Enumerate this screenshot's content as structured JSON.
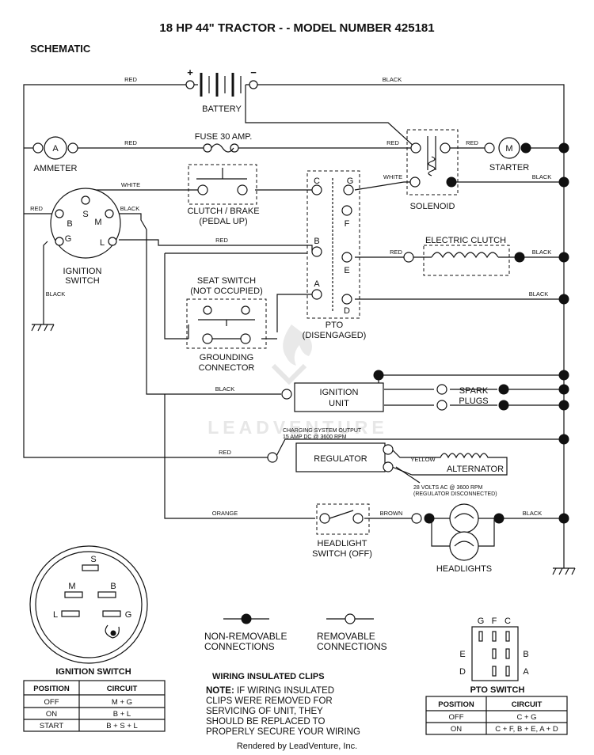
{
  "title": "18 HP 44\" TRACTOR - - MODEL NUMBER 425181",
  "subtitle": "SCHEMATIC",
  "components": {
    "battery": "BATTERY",
    "battery_plus": "+",
    "battery_minus": "−",
    "fuse": "FUSE 30 AMP.",
    "ammeter": "AMMETER",
    "ammeter_symbol": "A",
    "starter": "STARTER",
    "starter_symbol": "M",
    "solenoid": "SOLENOID",
    "clutch_brake_1": "CLUTCH / BRAKE",
    "clutch_brake_2": "(PEDAL UP)",
    "ignition_switch_1": "IGNITION",
    "ignition_switch_2": "SWITCH",
    "electric_clutch": "ELECTRIC CLUTCH",
    "seat_switch_1": "SEAT SWITCH",
    "seat_switch_2": "(NOT OCCUPIED)",
    "grounding_1": "GROUNDING",
    "grounding_2": "CONNECTOR",
    "pto_1": "PTO",
    "pto_2": "(DISENGAGED)",
    "ignition_unit_1": "IGNITION",
    "ignition_unit_2": "UNIT",
    "spark_plugs_1": "SPARK",
    "spark_plugs_2": "PLUGS",
    "regulator": "REGULATOR",
    "alternator": "ALTERNATOR",
    "charging_1": "CHARGING SYSTEM OUTPUT",
    "charging_2": "15 AMP DC @ 3600 RPM",
    "alt_volts_1": "28 VOLTS AC @ 3600 RPM",
    "alt_volts_2": "(REGULATOR DISCONNECTED)",
    "headlight_switch_1": "HEADLIGHT",
    "headlight_switch_2": "SWITCH (OFF)",
    "headlights": "HEADLIGHTS"
  },
  "terminals": {
    "ign_b": "B",
    "ign_s": "S",
    "ign_m": "M",
    "ign_g": "G",
    "ign_l": "L",
    "pto_c": "C",
    "pto_g": "G",
    "pto_f": "F",
    "pto_b": "B",
    "pto_e": "E",
    "pto_a": "A",
    "pto_d": "D"
  },
  "wire_colors": {
    "red": "RED",
    "black": "BLACK",
    "white": "WHITE",
    "yellow": "YELLOW",
    "orange": "ORANGE",
    "brown": "BROWN"
  },
  "legend": {
    "non_removable_1": "NON-REMOVABLE",
    "non_removable_2": "CONNECTIONS",
    "removable_1": "REMOVABLE",
    "removable_2": "CONNECTIONS"
  },
  "ignition_switch_table": {
    "title": "IGNITION SWITCH",
    "headers": [
      "POSITION",
      "CIRCUIT"
    ],
    "rows": [
      [
        "OFF",
        "M + G"
      ],
      [
        "ON",
        "B + L"
      ],
      [
        "START",
        "B + S + L"
      ]
    ]
  },
  "ignition_face": {
    "s": "S",
    "m": "M",
    "b": "B",
    "l": "L",
    "g": "G"
  },
  "pto_switch_table": {
    "title": "PTO SWITCH",
    "headers": [
      "POSITION",
      "CIRCUIT"
    ],
    "rows": [
      [
        "OFF",
        "C + G"
      ],
      [
        "ON",
        "C + F, B + E, A + D"
      ]
    ]
  },
  "pto_face": {
    "g": "G",
    "f": "F",
    "c": "C",
    "e": "E",
    "b": "B",
    "d": "D",
    "a": "A"
  },
  "note": {
    "heading": "WIRING INSULATED CLIPS",
    "lead": "NOTE:",
    "line1": " IF WIRING INSULATED",
    "line2": "CLIPS WERE REMOVED FOR",
    "line3": "SERVICING OF UNIT, THEY",
    "line4": "SHOULD BE REPLACED TO",
    "line5": "PROPERLY SECURE YOUR WIRING"
  },
  "watermark": "LEADVENTURE",
  "footer": "Rendered by LeadVenture, Inc."
}
